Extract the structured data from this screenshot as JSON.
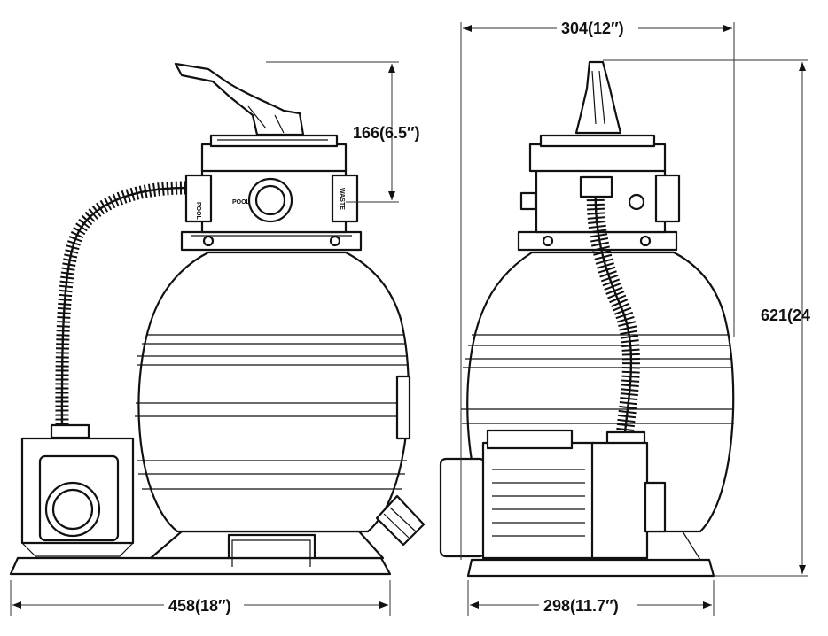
{
  "dimensions": {
    "front_width": "458(18″)",
    "valve_height": "166(6.5″)",
    "side_top_width": "304(12″)",
    "side_base_width": "298(11.7″)",
    "total_height": "621(24"
  },
  "valve_labels": {
    "port_left": "POOL",
    "port_center": "POOL",
    "port_right": "WASTE"
  },
  "colors": {
    "line": "#111111",
    "background": "#ffffff"
  }
}
